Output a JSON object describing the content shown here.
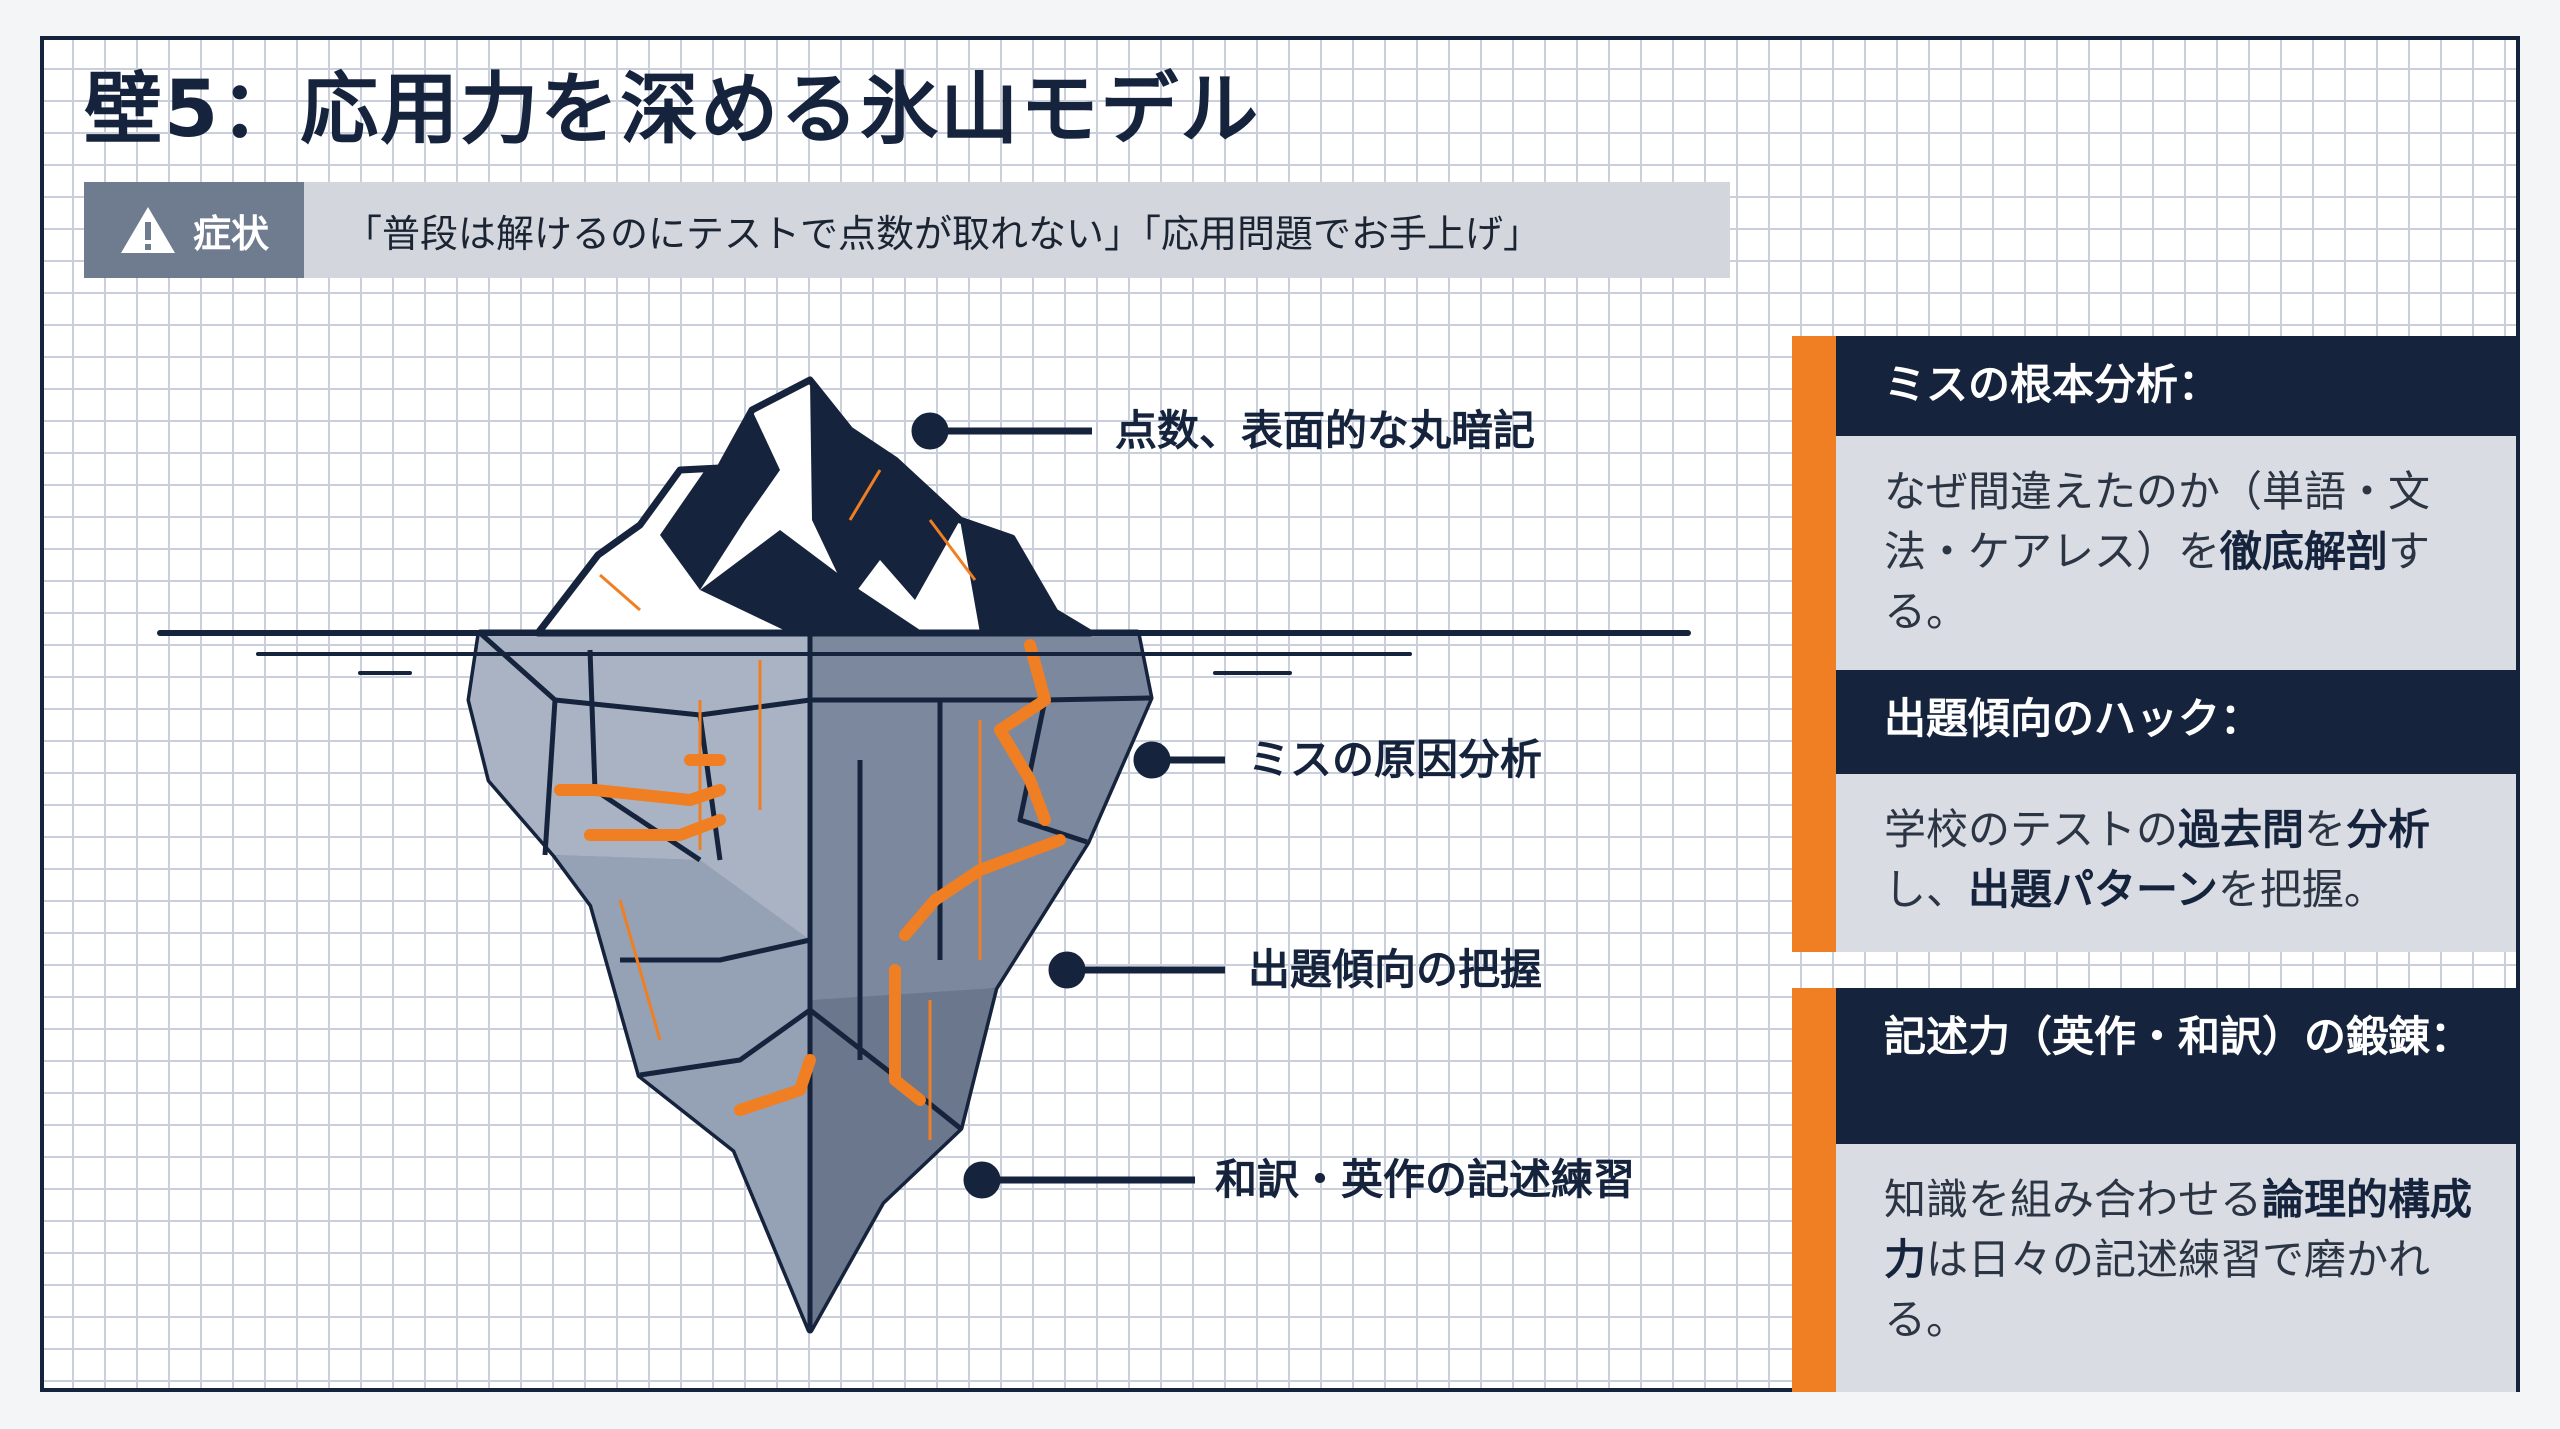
{
  "title": "壁5：応用力を深める氷山モデル",
  "symptom": {
    "tag": "症状",
    "text": "「普段は解けるのにテストで点数が取れない」「応用問題でお手上げ」"
  },
  "colors": {
    "navy": "#15233d",
    "orange": "#ef7f22",
    "gray": "#6f7c8f",
    "panel_bg": "#d9dce2"
  },
  "iceberg": {
    "labels": [
      "点数、表面的な丸暗記",
      "ミスの原因分析",
      "出題傾向の把握",
      "和訳・英作の記述練習"
    ]
  },
  "panels": [
    {
      "heading": "ミスの根本分析：",
      "body": [
        {
          "t": "なぜ間違えたのか（単語・文法・ケアレス）を",
          "b": false
        },
        {
          "t": "徹底解剖",
          "b": true
        },
        {
          "t": "する。",
          "b": false
        }
      ]
    },
    {
      "heading": "出題傾向のハック：",
      "body": [
        {
          "t": "学校のテストの",
          "b": false
        },
        {
          "t": "過去問",
          "b": true
        },
        {
          "t": "を",
          "b": false
        },
        {
          "t": "分析",
          "b": true
        },
        {
          "t": "し、",
          "b": false
        },
        {
          "t": "出題パターン",
          "b": true
        },
        {
          "t": "を把握。",
          "b": false
        }
      ]
    },
    {
      "heading": "記述力（英作・和訳）の鍛錬：",
      "body": [
        {
          "t": "知識を組み合わせる",
          "b": false
        },
        {
          "t": "論理的構成力",
          "b": true
        },
        {
          "t": "は日々の記述練習で磨かれる。",
          "b": false
        }
      ]
    }
  ]
}
